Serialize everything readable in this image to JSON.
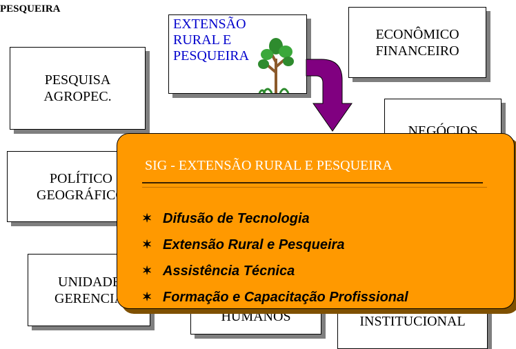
{
  "corner_label": "PESQUEIRA",
  "focus_box": {
    "label": "EXTENSÃO\nRURAL E\nPESQUEIRA",
    "color": "#0000cc"
  },
  "boxes": {
    "pesquisa": "PESQUISA\nAGROPEC.",
    "economico": "ECONÔMICO\nFINANCEIRO",
    "negocios": "NEGÓCIOS",
    "politico": "POLÍTICO\nGEOGRÁFICO",
    "unidades": "UNIDADE\nGERENCIA",
    "humanos": "HUMANOS",
    "institucional": "INSTITUCIONAL"
  },
  "panel": {
    "title": "SIG  -  EXTENSÃO RURAL E PESQUEIRA",
    "color": "#ff9900",
    "bullet_icon": "star-bullet-icon",
    "items": [
      "Difusão de Tecnologia",
      "Extensão Rural e Pesqueira",
      "Assistência Técnica",
      "Formação e Capacitação Profissional"
    ]
  },
  "arrow_color": "#800080"
}
